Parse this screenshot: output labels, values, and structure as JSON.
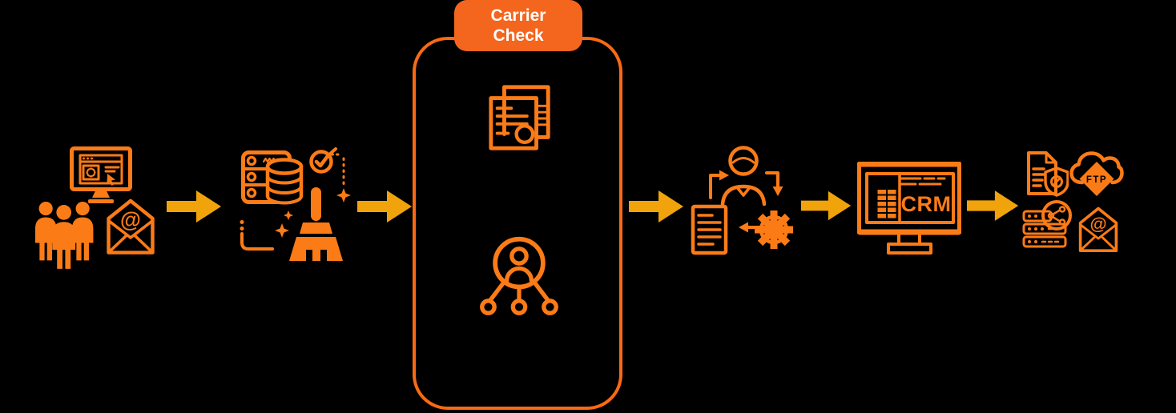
{
  "colors": {
    "icon_orange": "#FB7B17",
    "box_border_orange": "#F96A12",
    "label_fill_orange": "#F4651D",
    "label_text": "#FFFFFF",
    "arrow_gold": "#F0A30B",
    "background": "#000000"
  },
  "carrier_check": {
    "label": "Carrier Check"
  },
  "crm_monitor": {
    "screen_text": "CRM"
  },
  "ftp_cloud": {
    "label": "FTP"
  },
  "email": {
    "at_symbol": "@"
  },
  "arrows": {
    "count": 5,
    "direction": "right"
  },
  "stages": [
    {
      "id": "sources",
      "icons": [
        "browser-monitor-icon",
        "audience-icon",
        "email-at-icon"
      ]
    },
    {
      "id": "data-cleansing",
      "icons": [
        "server-database-icon",
        "verified-check-icon",
        "cleaning-broom-icon",
        "sparkle-icon",
        "dotted-connector-icon"
      ]
    },
    {
      "id": "carrier-check",
      "icons": [
        "documents-report-icon",
        "person-network-icon"
      ]
    },
    {
      "id": "verification",
      "icons": [
        "person-icon",
        "process-gear-icon",
        "document-list-icon",
        "cycle-arrows-icon"
      ]
    },
    {
      "id": "crm",
      "icons": [
        "crm-monitor-icon"
      ]
    },
    {
      "id": "delivery",
      "icons": [
        "secure-document-icon",
        "ftp-cloud-icon",
        "server-share-icon",
        "email-at-icon"
      ]
    }
  ]
}
